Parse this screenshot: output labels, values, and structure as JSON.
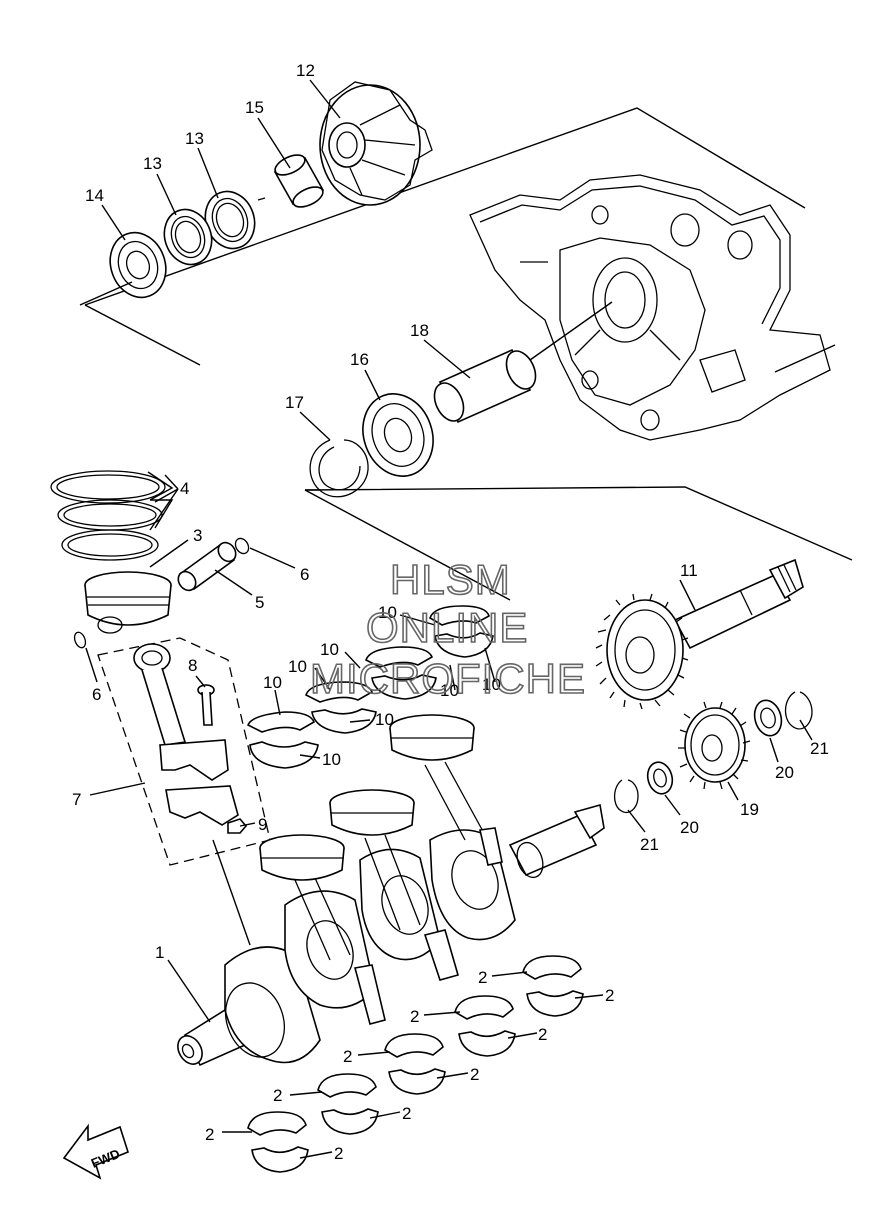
{
  "diagram": {
    "callouts": {
      "c1": "1",
      "c2": "2",
      "c3": "3",
      "c4": "4",
      "c5": "5",
      "c6": "6",
      "c7": "7",
      "c8": "8",
      "c9": "9",
      "c10": "10",
      "c11": "11",
      "c12": "12",
      "c13": "13",
      "c14": "14",
      "c15": "15",
      "c16": "16",
      "c17": "17",
      "c18": "18",
      "c19": "19",
      "c20": "20",
      "c21": "21"
    },
    "watermark": {
      "line1": "HLSM",
      "line2": "ONLINE",
      "line3": "MICROFICHE"
    },
    "direction_label": "FWD"
  }
}
